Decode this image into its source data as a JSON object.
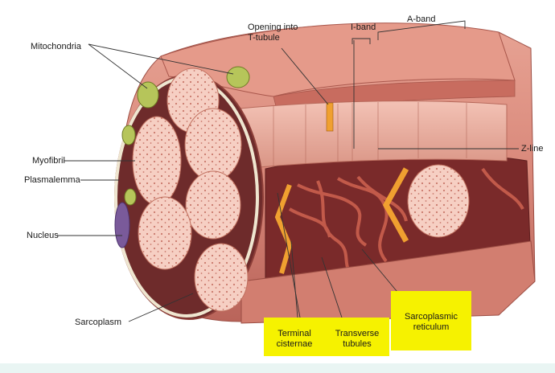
{
  "labels": {
    "mitochondria": "Mitochondria",
    "opening_t_tubule_1": "Opening into",
    "opening_t_tubule_2": "T-tubule",
    "i_band": "I-band",
    "a_band": "A-band",
    "z_line": "Z-line",
    "myofibril": "Myofibril",
    "plasmalemma": "Plasmalemma",
    "nucleus": "Nucleus",
    "sarcoplasm": "Sarcoplasm",
    "terminal_cisternae_1": "Terminal",
    "terminal_cisternae_2": "cisternae",
    "transverse_tubules_1": "Transverse",
    "transverse_tubules_2": "tubules",
    "sarcoplasmic_reticulum_1": "Sarcoplasmic",
    "sarcoplasmic_reticulum_2": "reticulum"
  },
  "colors": {
    "muscle": "#d98a7c",
    "muscle_dark": "#b5574b",
    "muscle_light": "#f0b9ab",
    "fibril_face": "#f6cfc3",
    "mitochondria": "#b6c55a",
    "t_tubule": "#f0a030",
    "highlight": "#f6f200"
  }
}
